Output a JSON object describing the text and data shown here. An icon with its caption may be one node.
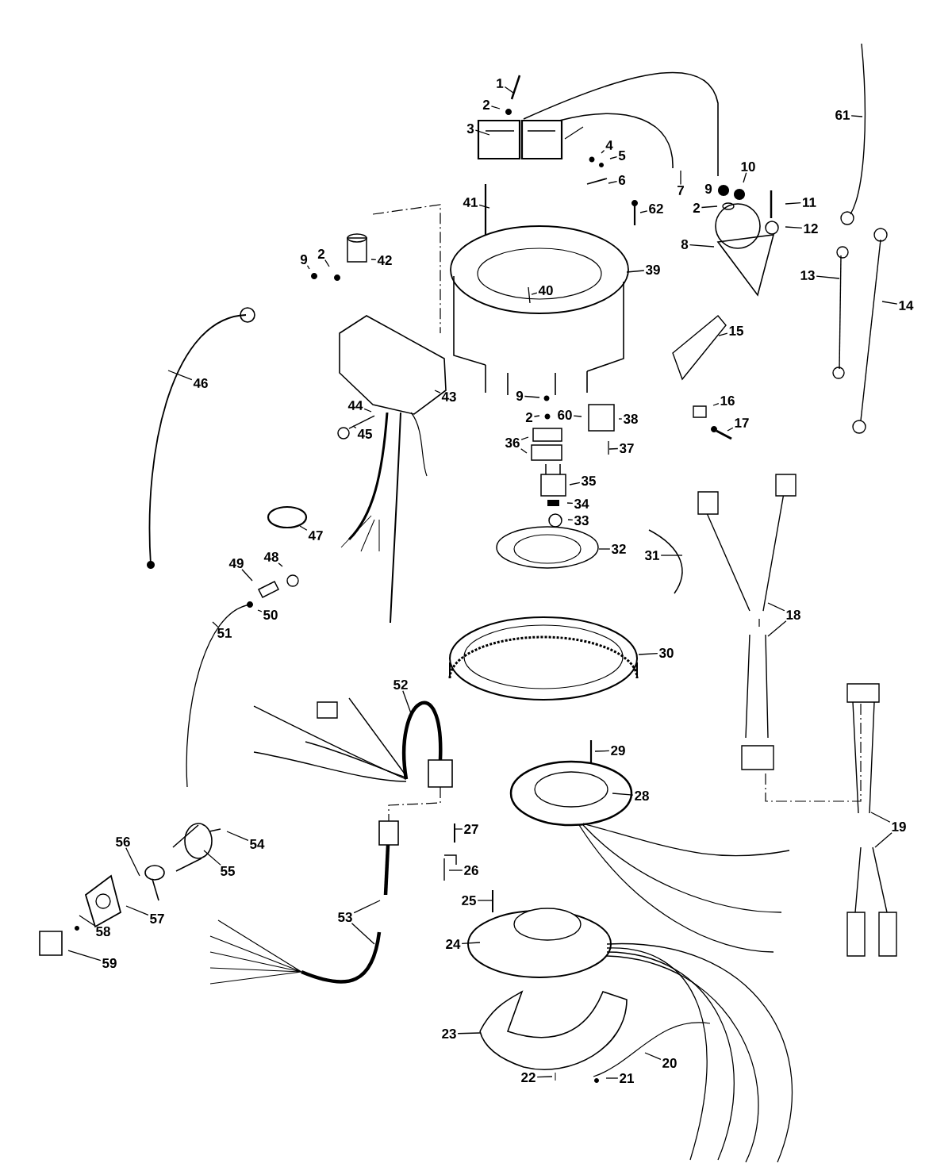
{
  "diagram": {
    "nodes": [
      {
        "text": [
          "1"
        ]
      },
      {
        "text": [
          "2"
        ]
      },
      {
        "text": [
          "61"
        ]
      },
      {
        "text": [
          "3"
        ]
      },
      {
        "text": [
          "4"
        ]
      },
      {
        "text": [
          "5"
        ]
      },
      {
        "text": [
          "6"
        ]
      },
      {
        "text": [
          "10"
        ]
      },
      {
        "text": [
          "7"
        ]
      },
      {
        "text": [
          "2"
        ]
      },
      {
        "text": [
          "11"
        ]
      },
      {
        "text": [
          "41"
        ]
      },
      {
        "text": [
          "62"
        ]
      },
      {
        "text": [
          "12"
        ]
      },
      {
        "text": [
          "8"
        ]
      },
      {
        "text": [
          "42"
        ]
      },
      {
        "text": [
          "9"
        ]
      },
      {
        "text": [
          "2"
        ]
      },
      {
        "text": [
          "39"
        ]
      },
      {
        "text": [
          "13"
        ]
      },
      {
        "text": [
          "40"
        ]
      },
      {
        "text": [
          "14"
        ]
      },
      {
        "text": [
          "15"
        ]
      },
      {
        "text": [
          "46"
        ]
      },
      {
        "text": [
          "43"
        ]
      },
      {
        "text": [
          "16"
        ]
      },
      {
        "text": [
          "9"
        ]
      },
      {
        "text": [
          "44"
        ]
      },
      {
        "text": [
          "60"
        ]
      },
      {
        "text": [
          "2"
        ]
      },
      {
        "text": [
          "38"
        ]
      },
      {
        "text": [
          "17"
        ]
      },
      {
        "text": [
          "45"
        ]
      },
      {
        "text": [
          "36"
        ]
      },
      {
        "text": [
          "37"
        ]
      },
      {
        "text": [
          "35"
        ]
      },
      {
        "text": [
          "34"
        ]
      },
      {
        "text": [
          "33"
        ]
      },
      {
        "text": [
          "47"
        ]
      },
      {
        "text": [
          "32"
        ]
      },
      {
        "text": [
          "31"
        ]
      },
      {
        "text": [
          "48"
        ]
      },
      {
        "text": [
          "49"
        ]
      },
      {
        "text": [
          "50"
        ]
      },
      {
        "text": [
          "18"
        ]
      },
      {
        "text": [
          "51"
        ]
      },
      {
        "text": [
          "30"
        ]
      },
      {
        "text": [
          "52"
        ]
      },
      {
        "text": [
          "29"
        ]
      },
      {
        "text": [
          "28"
        ]
      },
      {
        "text": [
          "19"
        ]
      },
      {
        "text": [
          "27"
        ]
      },
      {
        "text": [
          "56"
        ]
      },
      {
        "text": [
          "54"
        ]
      },
      {
        "text": [
          "55"
        ]
      },
      {
        "text": [
          "26"
        ]
      },
      {
        "text": [
          "25"
        ]
      },
      {
        "text": [
          "53"
        ]
      },
      {
        "text": [
          "57"
        ]
      },
      {
        "text": [
          "58"
        ]
      },
      {
        "text": [
          "24"
        ]
      },
      {
        "text": [
          "59"
        ]
      },
      {
        "text": [
          "23"
        ]
      },
      {
        "text": [
          "20"
        ]
      },
      {
        "text": [
          "22"
        ]
      },
      {
        "text": [
          "21"
        ]
      }
    ],
    "edges": [
      {
        "from": 0,
        "to": null,
        "arrow": "none"
      },
      {
        "from": 1,
        "to": null,
        "arrow": "none"
      },
      {
        "from": 2,
        "to": null,
        "arrow": "none"
      },
      {
        "from": 3,
        "to": null,
        "arrow": "none"
      },
      {
        "from": 4,
        "to": null,
        "arrow": "none"
      },
      {
        "from": 5,
        "to": null,
        "arrow": "none"
      },
      {
        "from": 6,
        "to": null,
        "arrow": "none"
      },
      {
        "from": 7,
        "to": null,
        "arrow": "none"
      },
      {
        "from": 8,
        "to": null,
        "arrow": "none"
      },
      {
        "from": 9,
        "to": null,
        "arrow": "none"
      },
      {
        "from": 10,
        "to": null,
        "arrow": "none"
      },
      {
        "from": 11,
        "to": null,
        "arrow": "none"
      },
      {
        "from": 12,
        "to": null,
        "arrow": "none"
      },
      {
        "from": 13,
        "to": null,
        "arrow": "none"
      },
      {
        "from": 14,
        "to": null,
        "arrow": "none"
      },
      {
        "from": 15,
        "to": null,
        "arrow": "none"
      },
      {
        "from": 16,
        "to": null,
        "arrow": "none"
      },
      {
        "from": 17,
        "to": null,
        "arrow": "none"
      },
      {
        "from": 18,
        "to": null,
        "arrow": "none"
      },
      {
        "from": 19,
        "to": null,
        "arrow": "none"
      },
      {
        "from": 20,
        "to": null,
        "arrow": "none"
      },
      {
        "from": 21,
        "to": null,
        "arrow": "none"
      },
      {
        "from": 22,
        "to": null,
        "arrow": "none"
      },
      {
        "from": 23,
        "to": null,
        "arrow": "none"
      },
      {
        "from": 24,
        "to": null,
        "arrow": "none"
      },
      {
        "from": 25,
        "to": null,
        "arrow": "none"
      },
      {
        "from": 26,
        "to": null,
        "arrow": "none"
      },
      {
        "from": 27,
        "to": null,
        "arrow": "none"
      },
      {
        "from": 28,
        "to": null,
        "arrow": "none"
      },
      {
        "from": 29,
        "to": null,
        "arrow": "none"
      },
      {
        "from": 30,
        "to": null,
        "arrow": "none"
      },
      {
        "from": 31,
        "to": null,
        "arrow": "none"
      },
      {
        "from": 32,
        "to": null,
        "arrow": "none"
      },
      {
        "from": 33,
        "to": null,
        "arrow": "none"
      },
      {
        "from": 33,
        "to": null,
        "arrow": "none"
      },
      {
        "from": 34,
        "to": null,
        "arrow": "none"
      },
      {
        "from": 35,
        "to": null,
        "arrow": "none"
      },
      {
        "from": 36,
        "to": null,
        "arrow": "none"
      },
      {
        "from": 37,
        "to": null,
        "arrow": "none"
      },
      {
        "from": 38,
        "to": null,
        "arrow": "none"
      },
      {
        "from": 39,
        "to": null,
        "arrow": "none"
      },
      {
        "from": 40,
        "to": null,
        "arrow": "none"
      },
      {
        "from": 41,
        "to": null,
        "arrow": "none"
      },
      {
        "from": 42,
        "to": null,
        "arrow": "none"
      },
      {
        "from": 43,
        "to": null,
        "arrow": "none"
      },
      {
        "from": 44,
        "to": null,
        "arrow": "none"
      },
      {
        "from": 44,
        "to": null,
        "arrow": "none"
      },
      {
        "from": 45,
        "to": null,
        "arrow": "none"
      },
      {
        "from": 46,
        "to": null,
        "arrow": "none"
      },
      {
        "from": 47,
        "to": null,
        "arrow": "none"
      },
      {
        "from": 48,
        "to": null,
        "arrow": "none"
      },
      {
        "from": 49,
        "to": null,
        "arrow": "none"
      },
      {
        "from": 50,
        "to": null,
        "arrow": "none"
      },
      {
        "from": 50,
        "to": null,
        "arrow": "none"
      },
      {
        "from": 51,
        "to": null,
        "arrow": "none"
      },
      {
        "from": 52,
        "to": null,
        "arrow": "none"
      },
      {
        "from": 53,
        "to": null,
        "arrow": "none"
      },
      {
        "from": 54,
        "to": null,
        "arrow": "none"
      },
      {
        "from": 55,
        "to": null,
        "arrow": "none"
      },
      {
        "from": 56,
        "to": null,
        "arrow": "none"
      },
      {
        "from": 57,
        "to": null,
        "arrow": "none"
      },
      {
        "from": 57,
        "to": null,
        "arrow": "none"
      },
      {
        "from": 58,
        "to": null,
        "arrow": "none"
      },
      {
        "from": 59,
        "to": null,
        "arrow": "none"
      },
      {
        "from": 60,
        "to": null,
        "arrow": "none"
      },
      {
        "from": 61,
        "to": null,
        "arrow": "none"
      },
      {
        "from": 62,
        "to": null,
        "arrow": "none"
      },
      {
        "from": 63,
        "to": null,
        "arrow": "none"
      },
      {
        "from": 64,
        "to": null,
        "arrow": "none"
      },
      {
        "from": 65,
        "to": null,
        "arrow": "none"
      }
    ],
    "labels": [
      "9"
    ]
  }
}
